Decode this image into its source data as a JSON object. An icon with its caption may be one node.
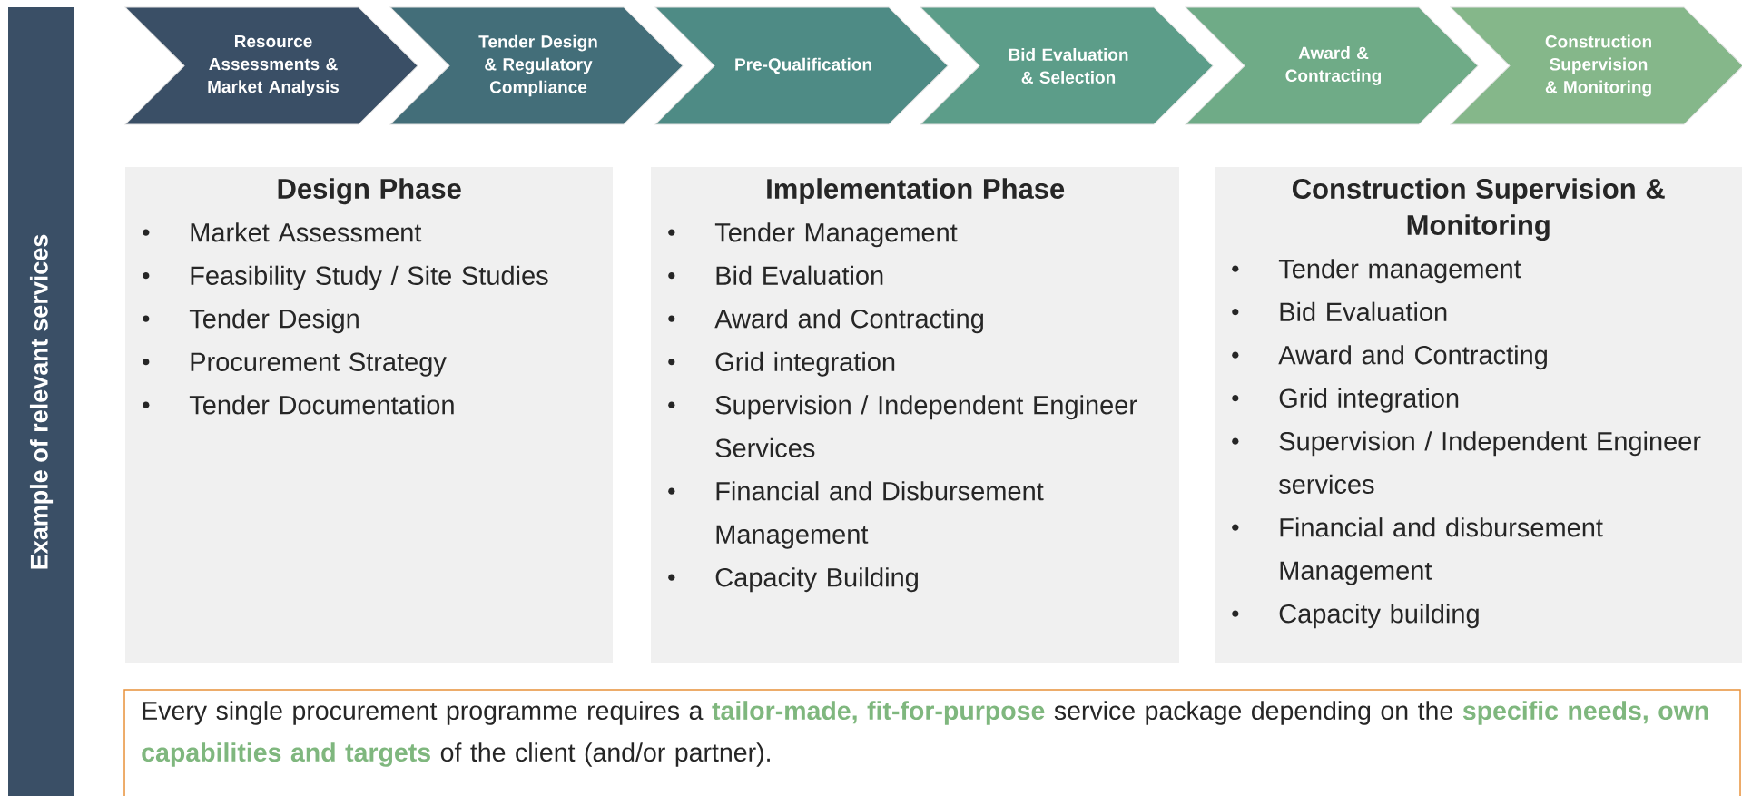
{
  "diagram": {
    "nodes": [
      {
        "text": [
          "Example of relevant services"
        ]
      },
      {
        "text": [
          "Resource Assessments & Market Analysis"
        ]
      },
      {
        "text": [
          "Tender Design & Regulatory Compliance"
        ]
      },
      {
        "text": [
          "Pre-Qualification"
        ]
      },
      {
        "text": [
          "Bid Evaluation & Selection"
        ]
      },
      {
        "text": [
          "Award & Contracting"
        ]
      },
      {
        "text": [
          "Construction Supervision & Monitoring"
        ]
      },
      {
        "text": [
          "Design Phase",
          "Market Assessment",
          "Feasibility Study / Site Studies",
          "Tender Design",
          "Procurement Strategy",
          "Tender Documentation"
        ]
      },
      {
        "text": [
          "Implementation Phase",
          "Tender Management",
          "Bid Evaluation",
          "Award and Contracting",
          "Grid integration",
          "Supervision / Independent Engineer Services",
          "Financial and Disbursement Management",
          "Capacity Building"
        ]
      },
      {
        "text": [
          "Construction Supervision & Monitoring",
          "Tender management",
          "Bid Evaluation",
          "Award and Contracting",
          "Grid integration",
          "Supervision / Independent Engineer services",
          "Financial and disbursement Management",
          "Capacity building"
        ]
      },
      {
        "text": [
          "Every single procurement programme requires a **tailor-made, fit-for-purpose** service package depending on the **specific needs, own capabilities and targets** of the client (and/or partner)."
        ]
      }
    ]
  }
}
